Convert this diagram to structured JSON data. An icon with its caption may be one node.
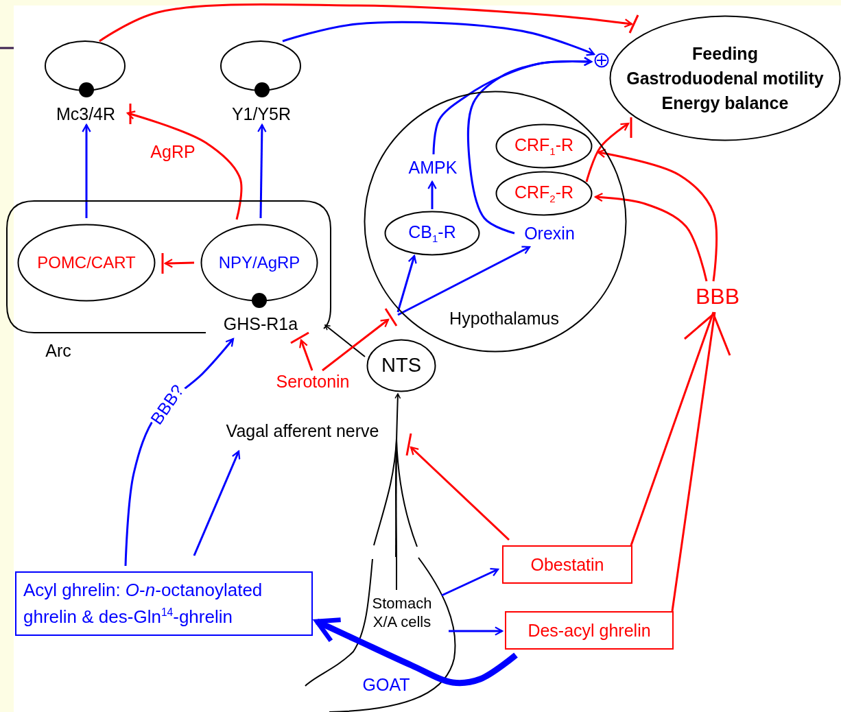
{
  "diagram": {
    "nodes": [
      {
        "text": [
          "Arc"
        ]
      },
      {
        "text": [
          "POMC/CART"
        ],
        "in": 0
      },
      {
        "text": [
          "NPY/AgRP"
        ],
        "in": 0
      },
      {
        "text": [
          "GHS-R1a"
        ],
        "in": 0
      },
      {
        "text": [
          "Mc3/4R"
        ]
      },
      {
        "text": [
          "Y1/Y5R"
        ]
      },
      {
        "text": [
          "Feeding",
          "Gastroduodenal motility",
          "Energy balance"
        ]
      },
      {
        "text": [
          "Hypothalamus"
        ]
      },
      {
        "text": [
          "CRF$_{1}$-R"
        ],
        "in": 7
      },
      {
        "text": [
          "CRF$_{2}$-R"
        ],
        "in": 7
      },
      {
        "text": [
          "AMPK"
        ],
        "in": 7
      },
      {
        "text": [
          "CB$_{1}$-R"
        ],
        "in": 7
      },
      {
        "text": [
          "Orexin"
        ],
        "in": 7
      },
      {
        "text": [],
        "shape": "circle"
      },
      {
        "text": [
          "NTS"
        ]
      },
      {
        "text": [
          "Serotonin"
        ]
      },
      {
        "text": [
          "Vagal afferent nerve"
        ]
      },
      {
        "text": [
          "Stomach X/A cells"
        ]
      },
      {
        "text": [
          "Obestatin"
        ]
      },
      {
        "text": [
          "Des-acyl ghrelin"
        ]
      },
      {
        "text": [
          "Acyl ghrelin: *O*-*n*-octanoylated ghrelin & des-Gln$^{14}$-ghrelin"
        ]
      },
      {
        "text": [
          "BBB"
        ]
      },
      {
        "text": [],
        "shape": "bar"
      },
      {
        "text": [],
        "shape": "bar",
        "in": 0
      },
      {
        "text": [],
        "shape": "bar"
      },
      {
        "text": [],
        "shape": "bar"
      },
      {
        "text": [],
        "shape": "bar"
      },
      {
        "text": [],
        "shape": "bar",
        "in": 0
      },
      {
        "text": [],
        "shape": "bar"
      }
    ],
    "edges": [
      {
        "from": 1,
        "to": 4,
        "arrow": "to"
      },
      {
        "from": 2,
        "to": 22,
        "arrow": "to",
        "label": "AgRP",
        "color": "#ff0000"
      },
      {
        "from": 2,
        "to": 5,
        "arrow": "to"
      },
      {
        "from": 2,
        "to": 23,
        "arrow": "to",
        "color": "#ff0000"
      },
      {
        "from": 4,
        "to": 24,
        "arrow": "to",
        "color": "#ff0000"
      },
      {
        "from": 5,
        "to": 13,
        "arrow": "to"
      },
      {
        "from": 10,
        "to": 13,
        "arrow": "to"
      },
      {
        "from": 12,
        "to": 13,
        "arrow": "to"
      },
      {
        "from": 11,
        "to": 10,
        "arrow": "to"
      },
      {
        "from": 9,
        "to": 25,
        "arrow": "to",
        "color": "#ff0000"
      },
      {
        "from": 21,
        "to": 8,
        "arrow": "to",
        "color": "#ff0000"
      },
      {
        "from": 21,
        "to": 9,
        "arrow": "to",
        "color": "#ff0000"
      },
      {
        "from": 18,
        "to": 21,
        "arrow": "none",
        "color": "#ff0000"
      },
      {
        "from": 19,
        "to": 21,
        "arrow": "none",
        "color": "#ff0000"
      },
      {
        "from": 18,
        "to": 28,
        "arrow": "to",
        "color": "#ff0000"
      },
      {
        "from": 17,
        "to": 14,
        "arrow": "to",
        "color": "#000000"
      },
      {
        "from": 14,
        "to": 3,
        "arrow": "to",
        "color": "#000000"
      },
      {
        "from": 15,
        "to": 26,
        "arrow": "to",
        "color": "#ff0000"
      },
      {
        "from": 15,
        "to": 27,
        "arrow": "to",
        "color": "#ff0000"
      },
      {
        "from": 26,
        "to": 11,
        "arrow": "to"
      },
      {
        "from": 26,
        "to": 12,
        "arrow": "to"
      },
      {
        "from": 20,
        "to": 3,
        "arrow": "to",
        "label": "BBB?"
      },
      {
        "from": 20,
        "to": 16,
        "arrow": "to"
      },
      {
        "from": 17,
        "to": 18,
        "arrow": "to"
      },
      {
        "from": 17,
        "to": 19,
        "arrow": "to"
      },
      {
        "from": 19,
        "to": 20,
        "arrow": "to",
        "label": "GOAT",
        "style": "thick"
      }
    ]
  }
}
